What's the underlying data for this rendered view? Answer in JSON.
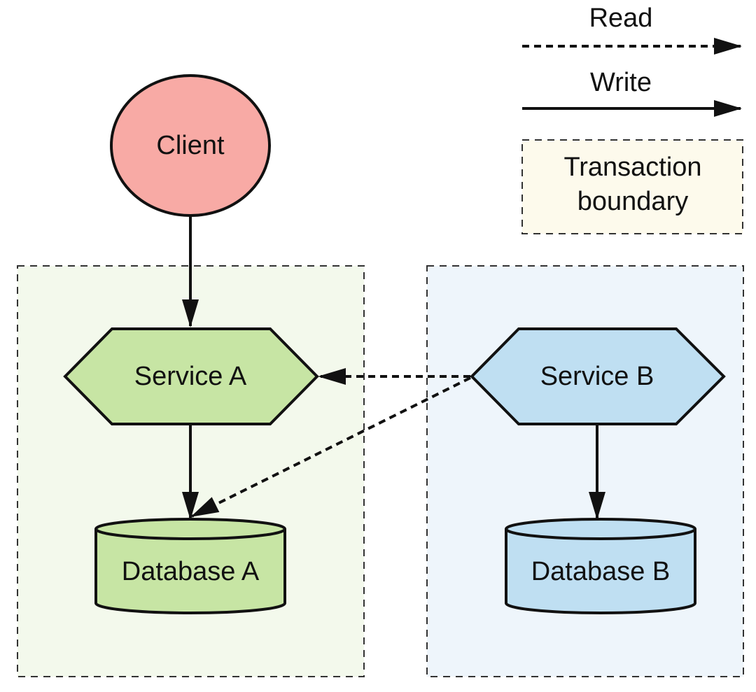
{
  "legend": {
    "read_label": "Read",
    "write_label": "Write",
    "boundary_label_line1": "Transaction",
    "boundary_label_line2": "boundary"
  },
  "nodes": {
    "client": "Client",
    "service_a": "Service A",
    "service_b": "Service B",
    "database_a": "Database A",
    "database_b": "Database B"
  },
  "colors": {
    "client_fill": "#f8aaa5",
    "service_a_fill": "#c7e5a4",
    "database_a_fill": "#c7e5a4",
    "service_b_fill": "#bfdff2",
    "database_b_fill": "#bfdff2",
    "boundary_a_fill": "#f3f9ec",
    "boundary_b_fill": "#eef5fb",
    "legend_boundary_fill": "#fdfaec",
    "stroke": "#111111"
  }
}
